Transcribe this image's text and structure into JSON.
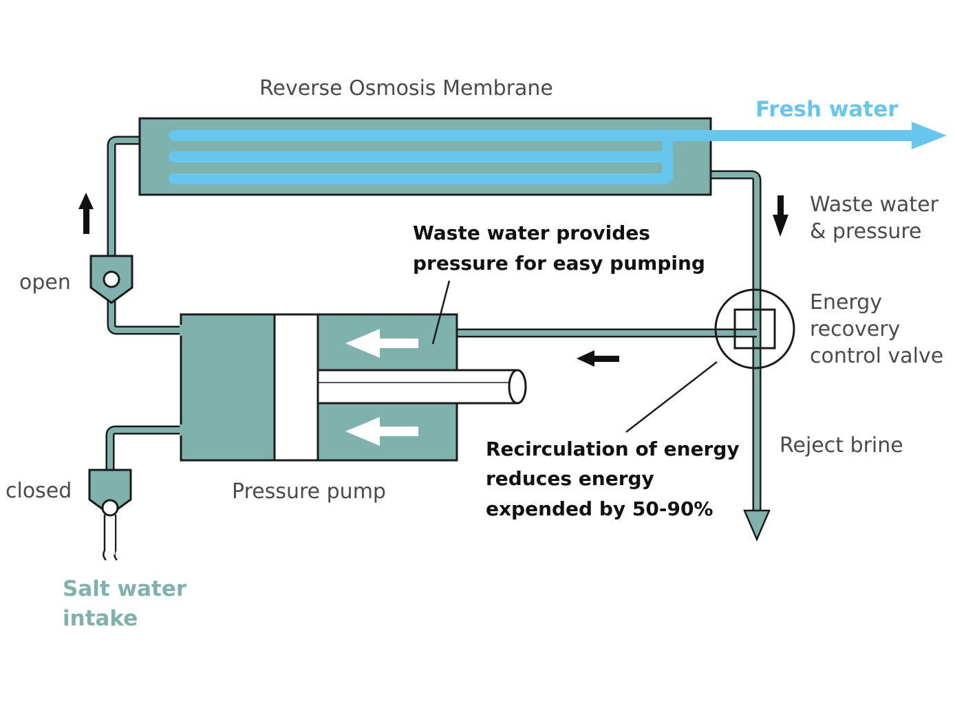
{
  "labels": {
    "membrane": "Reverse Osmosis Membrane",
    "fresh_water": "Fresh water",
    "waste_water_line1": "Waste water",
    "waste_water_line2": "& pressure",
    "open": "open",
    "closed": "closed",
    "energy_line1": "Energy",
    "energy_line2": "recovery",
    "energy_line3": "control valve",
    "reject_brine": "Reject brine",
    "pressure_pump": "Pressure pump",
    "salt_line1": "Salt water",
    "salt_line2": "intake",
    "waste_note_line1": "Waste water provides",
    "waste_note_line2": "pressure for easy pumping",
    "recirc_line1": "Recirculation of energy",
    "recirc_line2": "reduces energy",
    "recirc_line3": "expended by 50-90%"
  },
  "colors": {
    "teal": "#7fb2ad",
    "fresh_blue": "#66c6ee",
    "outline": "#1a1a1a",
    "text_gray": "#4a4a4a",
    "text_dark": "#111111"
  }
}
